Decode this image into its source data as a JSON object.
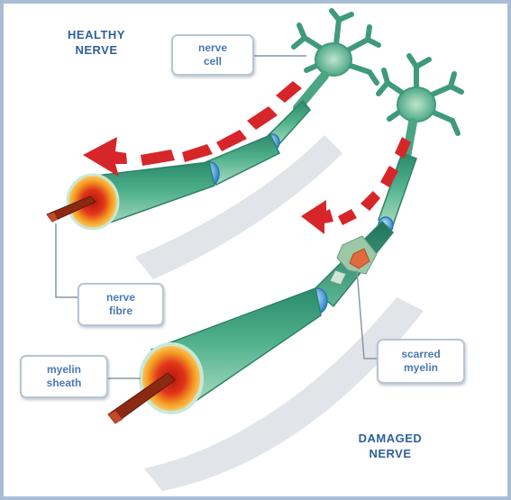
{
  "headings": {
    "healthy": [
      "HEALTHY",
      "NERVE"
    ],
    "damaged": [
      "DAMAGED",
      "NERVE"
    ]
  },
  "labels": {
    "nerve_cell": [
      "nerve",
      "cell"
    ],
    "nerve_fibre": [
      "nerve",
      "fibre"
    ],
    "myelin_sheath": [
      "myelin",
      "sheath"
    ],
    "scarred_myelin": [
      "scarred",
      "myelin"
    ]
  },
  "colors": {
    "heading_text": "#2e5f9e",
    "label_text": "#4a79b4",
    "label_border": "#b9c5d3",
    "frame_border": "#a8bdd4",
    "myelin_green": "#2f9474",
    "myelin_light": "#a6d9bb",
    "node_blue": "#3d92d6",
    "arrow_red": "#d7262a",
    "fibre_core": "#d51f13",
    "fibre_outer": "#f4a21e",
    "axon_brown": "#8a2a12",
    "scar_orange": "#e06a3a"
  }
}
